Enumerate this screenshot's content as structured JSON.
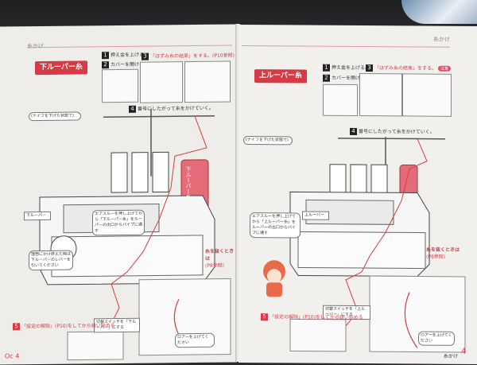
{
  "header": {
    "section": "糸かけ"
  },
  "left_page": {
    "title": "下ルーパー糸",
    "step1": "押え金を上げる。",
    "step2": "カバーを開ける。",
    "step3": "「ほずみ糸の結束」をする。",
    "step3_ref": "(P10参照)",
    "step4": "番号にしたがって糸をかけていく。",
    "spool_label": "下ルーパー糸",
    "notes": [
      "(ナイフを下げた状態で)",
      "エアスルーを押し上げてから「下ルーパー糸」をルーパーの出口からパイプに通す",
      "下ルーパー",
      "理想にかけ終えた時は下ルーパーのレバーを引いてください",
      "切替スイッチを「下ルーパー」にする",
      "ロアーを上げてください"
    ],
    "red_note": "糸を抜くときは",
    "red_note_ref": "(P8参照)",
    "step5": "「設定の解除」(P10)をしてから縫い始める",
    "bottom_tag": "Oc 4"
  },
  "right_page": {
    "title": "上ルーパー糸",
    "step1": "押え金を上げる。",
    "step2": "カバーを開ける。",
    "step3": "「ほずみ糸の結束」をする。",
    "step4": "番号にしたがって糸をかけていく。",
    "notes": [
      "(ナイフを下げた状態で)",
      "エアスルーを押し上げてから「上ルーパー糸」をルーパーの出口からパイプに通す",
      "上ルーパー",
      "切替スイッチを「上ルーパー」にする",
      "ロアーを上げてください"
    ],
    "red_note": "糸を抜くときは",
    "red_note_ref": "(P8参照)",
    "step5": "「設定の解除」(P10)をしてから縫い始める",
    "page_label": "糸かけ",
    "page_number": "4"
  }
}
